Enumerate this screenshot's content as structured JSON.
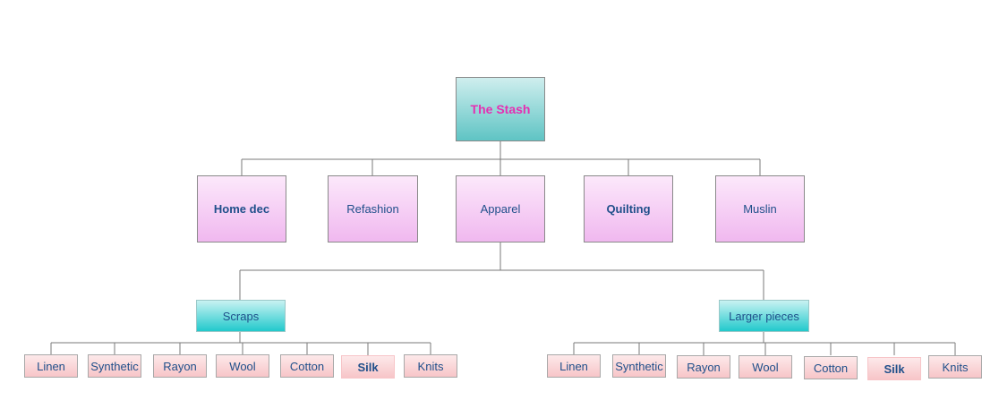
{
  "diagram": {
    "root": {
      "label": "The Stash"
    },
    "categories": [
      {
        "label": "Home dec"
      },
      {
        "label": "Refashion"
      },
      {
        "label": "Apparel"
      },
      {
        "label": "Quilting"
      },
      {
        "label": "Muslin"
      }
    ],
    "apparel_children": [
      {
        "label": "Scraps",
        "items": [
          "Linen",
          "Synthetic",
          "Rayon",
          "Wool",
          "Cotton",
          "Silk",
          "Knits"
        ]
      },
      {
        "label": "Larger pieces",
        "items": [
          "Linen",
          "Synthetic",
          "Rayon",
          "Wool",
          "Cotton",
          "Silk",
          "Knits"
        ]
      }
    ],
    "colors": {
      "root_text": "#e52fb2",
      "node_text": "#1f4f8a",
      "root_fill": "#5fc4c4",
      "category_fill": "#f0b8ef",
      "group_fill": "#22c9cc",
      "leaf_fill": "#f7c5c8",
      "connector": "#7a7a7a"
    }
  }
}
